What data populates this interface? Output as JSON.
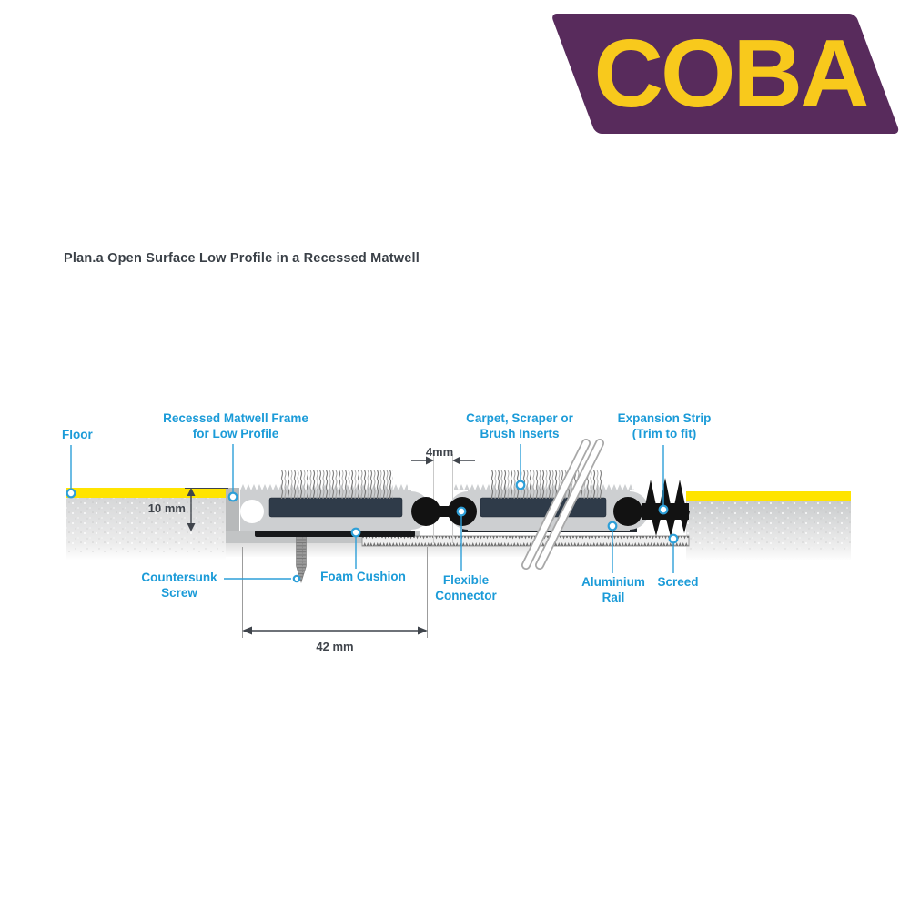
{
  "logo": {
    "text": "COBA"
  },
  "title": "Plan.a Open Surface Low Profile in a Recessed Matwell",
  "callouts": {
    "floor": {
      "lines": [
        "Floor"
      ]
    },
    "matwell_frame": {
      "lines": [
        "Recessed Matwell Frame",
        "for Low Profile"
      ]
    },
    "inserts": {
      "lines": [
        "Carpet, Scraper or",
        "Brush Inserts"
      ]
    },
    "expansion_strip": {
      "lines": [
        "Expansion Strip",
        "(Trim to fit)"
      ]
    },
    "countersunk_screw": {
      "lines": [
        "Countersunk",
        "Screw"
      ]
    },
    "foam_cushion": {
      "lines": [
        "Foam Cushion"
      ]
    },
    "flexible_connector": {
      "lines": [
        "Flexible",
        "Connector"
      ]
    },
    "aluminium_rail": {
      "lines": [
        "Aluminium",
        "Rail"
      ]
    },
    "screed": {
      "lines": [
        "Screed"
      ]
    }
  },
  "dimensions": {
    "gap_width": "4mm",
    "mat_depth": "10 mm",
    "frame_width": "42 mm"
  },
  "colors": {
    "label_blue": "#1B9BD8",
    "logo_purple": "#582B5C",
    "logo_yellow": "#F8C91C",
    "floor_yellow": "#FFE400",
    "insert_navy": "#2F3B49",
    "rail_gray": "#CDCFD1",
    "dim_gray": "#3F444B"
  }
}
